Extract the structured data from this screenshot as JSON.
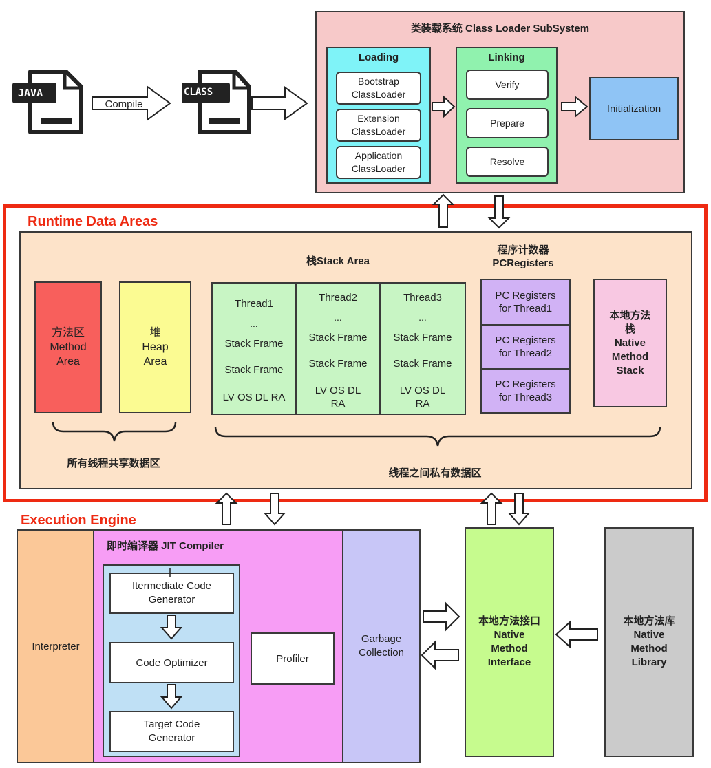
{
  "files": {
    "java": "JAVA",
    "class": "CLASS",
    "compile": "Compile"
  },
  "classloader": {
    "title": "类装载系统 Class Loader SubSystem",
    "loading": {
      "title": "Loading",
      "items": [
        "Bootstrap\nClassLoader",
        "Extension\nClassLoader",
        "Application\nClassLoader"
      ]
    },
    "linking": {
      "title": "Linking",
      "items": [
        "Verify",
        "Prepare",
        "Resolve"
      ]
    },
    "initialization": "Initialization"
  },
  "runtime": {
    "title": "Runtime Data Areas",
    "method_area": "方法区\nMethod\nArea",
    "heap": "堆\nHeap\nArea",
    "shared_label": "所有线程共享数据区",
    "stack_title": "栈Stack Area",
    "threads": [
      {
        "name": "Thread1",
        "lines": [
          "...",
          "Stack Frame",
          "Stack Frame",
          "LV OS DL RA"
        ]
      },
      {
        "name": "Thread2",
        "lines": [
          "...",
          "Stack Frame",
          "Stack Frame",
          "LV OS DL\nRA"
        ]
      },
      {
        "name": "Thread3",
        "lines": [
          "...",
          "Stack Frame",
          "Stack Frame",
          "LV OS DL\nRA"
        ]
      }
    ],
    "pc_title": "程序计数器\nPCRegisters",
    "pc_registers": [
      "PC Registers\nfor Thread1",
      "PC Registers\nfor Thread2",
      "PC Registers\nfor Thread3"
    ],
    "native_stack": "本地方法\n栈\nNative\nMethod\nStack",
    "private_label": "线程之间私有数据区"
  },
  "execution": {
    "title": "Execution Engine",
    "interpreter": "Interpreter",
    "jit_title": "即时编译器 JIT Compiler",
    "jit_steps": [
      "Itermediate Code\nGenerator",
      "Code Optimizer",
      "Target Code\nGenerator"
    ],
    "profiler": "Profiler",
    "gc": "Garbage\nCollection",
    "native_interface": "本地方法接口\nNative\nMethod\nInterface",
    "native_library": "本地方法库\nNative\nMethod\nLibrary"
  }
}
